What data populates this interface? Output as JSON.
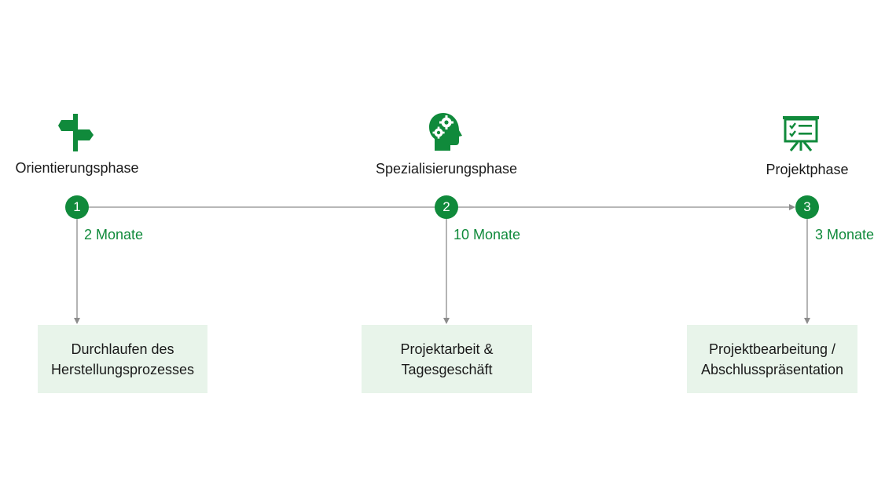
{
  "colors": {
    "accent": "#108a3b",
    "box_fill": "#e8f4ea",
    "line": "#8c8c8c"
  },
  "phases": [
    {
      "icon": "signpost-icon",
      "title": "Orientierungsphase",
      "number": "1",
      "duration": "2 Monate",
      "box_lines": [
        "Durchlaufen des",
        "Herstellungsprozesses"
      ]
    },
    {
      "icon": "head-gears-icon",
      "title": "Spezialisierungsphase",
      "number": "2",
      "duration": "10 Monate",
      "box_lines": [
        "Projektarbeit &",
        "Tagesgeschäft"
      ]
    },
    {
      "icon": "presentation-board-icon",
      "title": "Projektphase",
      "number": "3",
      "duration": "3 Monate",
      "box_lines": [
        "Projektbearbeitung /",
        "Abschlusspräsentation"
      ]
    }
  ]
}
